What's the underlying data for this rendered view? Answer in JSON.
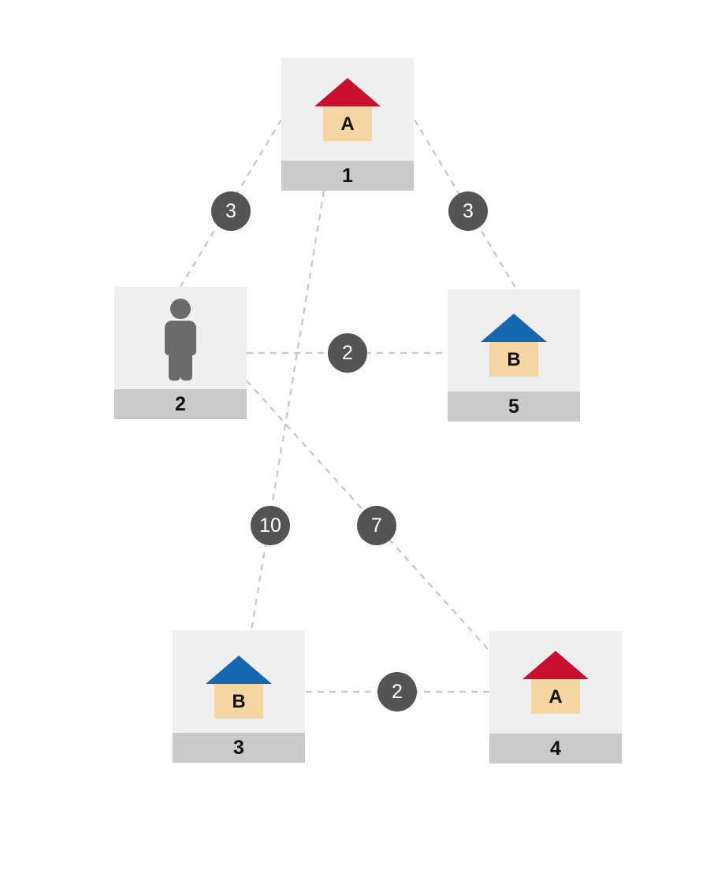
{
  "nodes": [
    {
      "id": "1",
      "label": "1",
      "icon": "house-icon",
      "letter": "A",
      "roof_color": "#c8102e"
    },
    {
      "id": "2",
      "label": "2",
      "icon": "person-icon",
      "letter": "",
      "roof_color": ""
    },
    {
      "id": "5",
      "label": "5",
      "icon": "house-icon",
      "letter": "B",
      "roof_color": "#1567b0"
    },
    {
      "id": "3",
      "label": "3",
      "icon": "house-icon",
      "letter": "B",
      "roof_color": "#1567b0"
    },
    {
      "id": "4",
      "label": "4",
      "icon": "house-icon",
      "letter": "A",
      "roof_color": "#c8102e"
    }
  ],
  "edges": [
    {
      "from": "1",
      "to": "2",
      "weight": "3"
    },
    {
      "from": "1",
      "to": "5",
      "weight": "3"
    },
    {
      "from": "2",
      "to": "5",
      "weight": "2"
    },
    {
      "from": "1",
      "to": "3",
      "weight": "10"
    },
    {
      "from": "2",
      "to": "4",
      "weight": "7"
    },
    {
      "from": "3",
      "to": "4",
      "weight": "2"
    }
  ],
  "colors": {
    "edge": "#c8c8c8",
    "weight_badge": "#545454",
    "node_bg": "#efefef",
    "node_footer": "#c9caca",
    "house_body": "#f5d5a2",
    "person": "#6b6b6b"
  }
}
